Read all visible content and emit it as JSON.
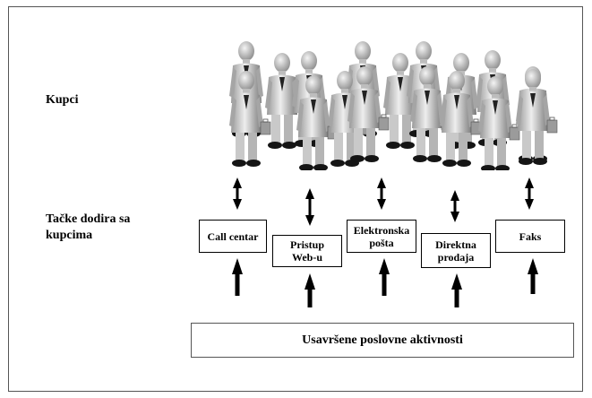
{
  "labels": {
    "customers": "Kupci",
    "touchpoints": "Tačke dodira sa kupcima"
  },
  "touchpoints": [
    {
      "label": "Call centar"
    },
    {
      "label": "Pristup Web-u"
    },
    {
      "label": "Elektronska pošta"
    },
    {
      "label": "Direktna prodaja"
    },
    {
      "label": "Faks"
    }
  ],
  "base": {
    "label": "Usavršene poslovne aktivnosti"
  }
}
